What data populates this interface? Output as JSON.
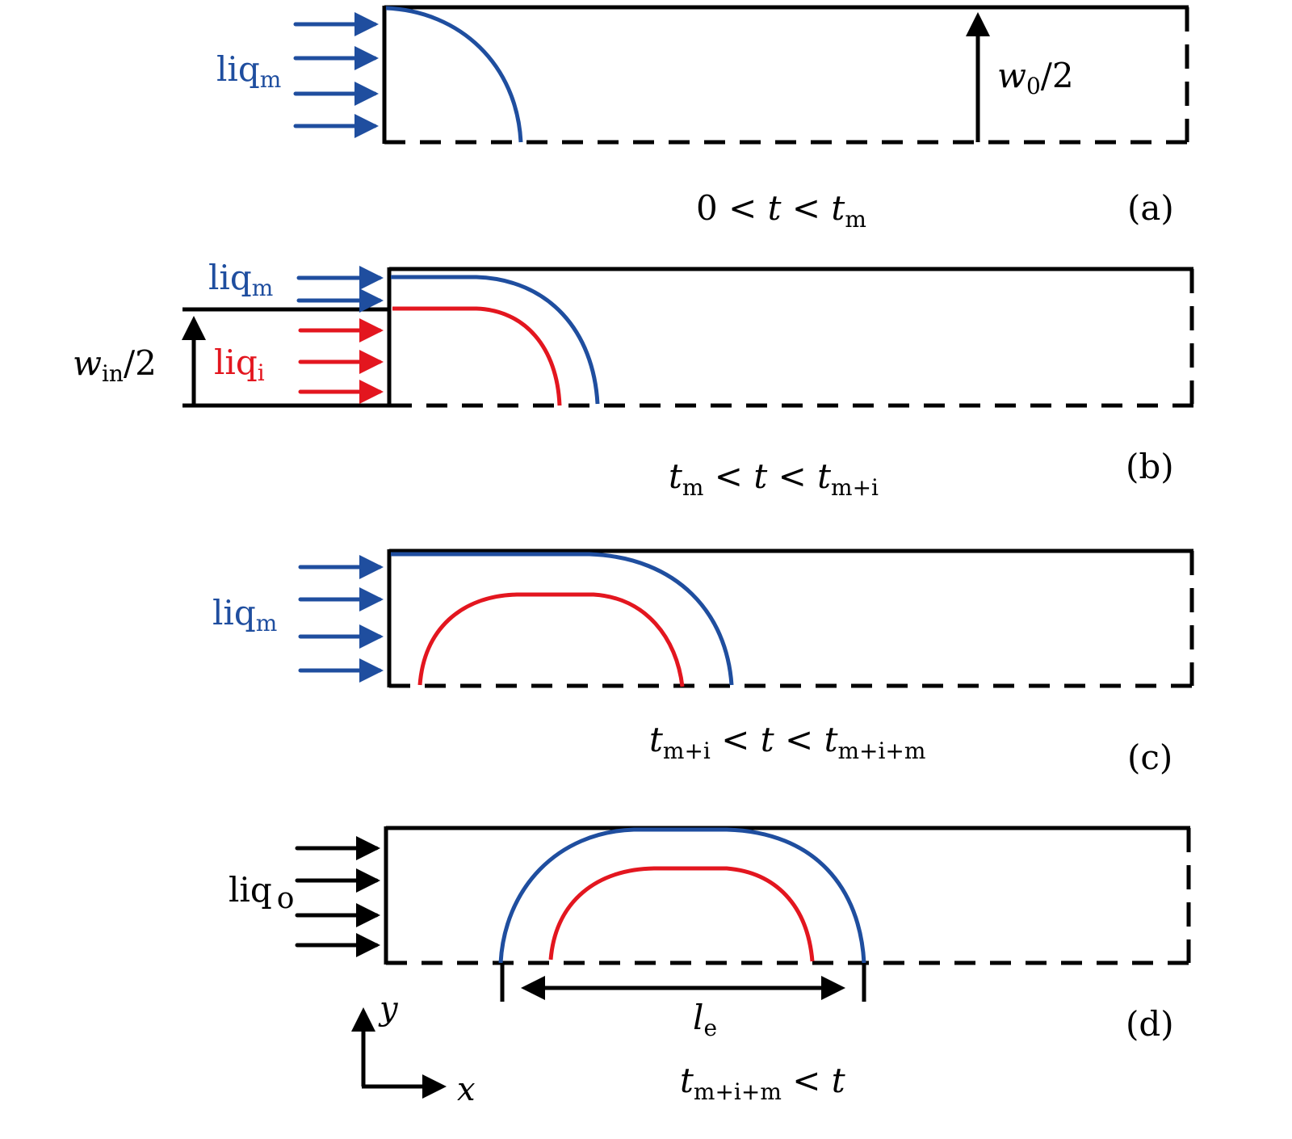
{
  "colors": {
    "liq_m": "#1f4e9f",
    "liq_i": "#e3161f",
    "liq_o": "#000000",
    "wall": "#000000"
  },
  "panels": [
    {
      "id": "a",
      "tag": "(a)",
      "condition": {
        "parts": [
          {
            "t": "0 < "
          },
          {
            "t": "t",
            "i": true
          },
          {
            "t": " < "
          },
          {
            "t": "t",
            "i": true
          },
          {
            "t": "m",
            "sub": true
          }
        ]
      },
      "inlet_label": {
        "base": "liq",
        "sub": "m",
        "color": "liq_m"
      },
      "dimension_label": {
        "var": "w",
        "sub": "0",
        "rest": "/2"
      }
    },
    {
      "id": "b",
      "tag": "(b)",
      "condition": {
        "parts": [
          {
            "t": "t",
            "i": true
          },
          {
            "t": "m",
            "sub": true
          },
          {
            "t": " < "
          },
          {
            "t": "t",
            "i": true
          },
          {
            "t": " < "
          },
          {
            "t": "t",
            "i": true
          },
          {
            "t": "m+i",
            "sub": true
          }
        ]
      },
      "inlet_labels": [
        {
          "base": "liq",
          "sub": "m",
          "color": "liq_m"
        },
        {
          "base": "liq",
          "sub": "i",
          "color": "liq_i"
        }
      ],
      "dimension_label": {
        "var": "w",
        "sub": "in",
        "rest": "/2"
      }
    },
    {
      "id": "c",
      "tag": "(c)",
      "condition": {
        "parts": [
          {
            "t": "t",
            "i": true
          },
          {
            "t": "m+i",
            "sub": true
          },
          {
            "t": " < "
          },
          {
            "t": "t",
            "i": true
          },
          {
            "t": " < "
          },
          {
            "t": "t",
            "i": true
          },
          {
            "t": "m+i+m",
            "sub": true
          }
        ]
      },
      "inlet_label": {
        "base": "liq",
        "sub": "m",
        "color": "liq_m"
      }
    },
    {
      "id": "d",
      "tag": "(d)",
      "condition": {
        "parts": [
          {
            "t": "t",
            "i": true
          },
          {
            "t": "m+i+m",
            "sub": true
          },
          {
            "t": " < "
          },
          {
            "t": "t",
            "i": true
          }
        ]
      },
      "inlet_label": {
        "base": "liq",
        "sub": "o",
        "color": "liq_o"
      },
      "length_label": {
        "var": "l",
        "sub": "e"
      },
      "axes": {
        "x": "x",
        "y": "y"
      }
    }
  ]
}
